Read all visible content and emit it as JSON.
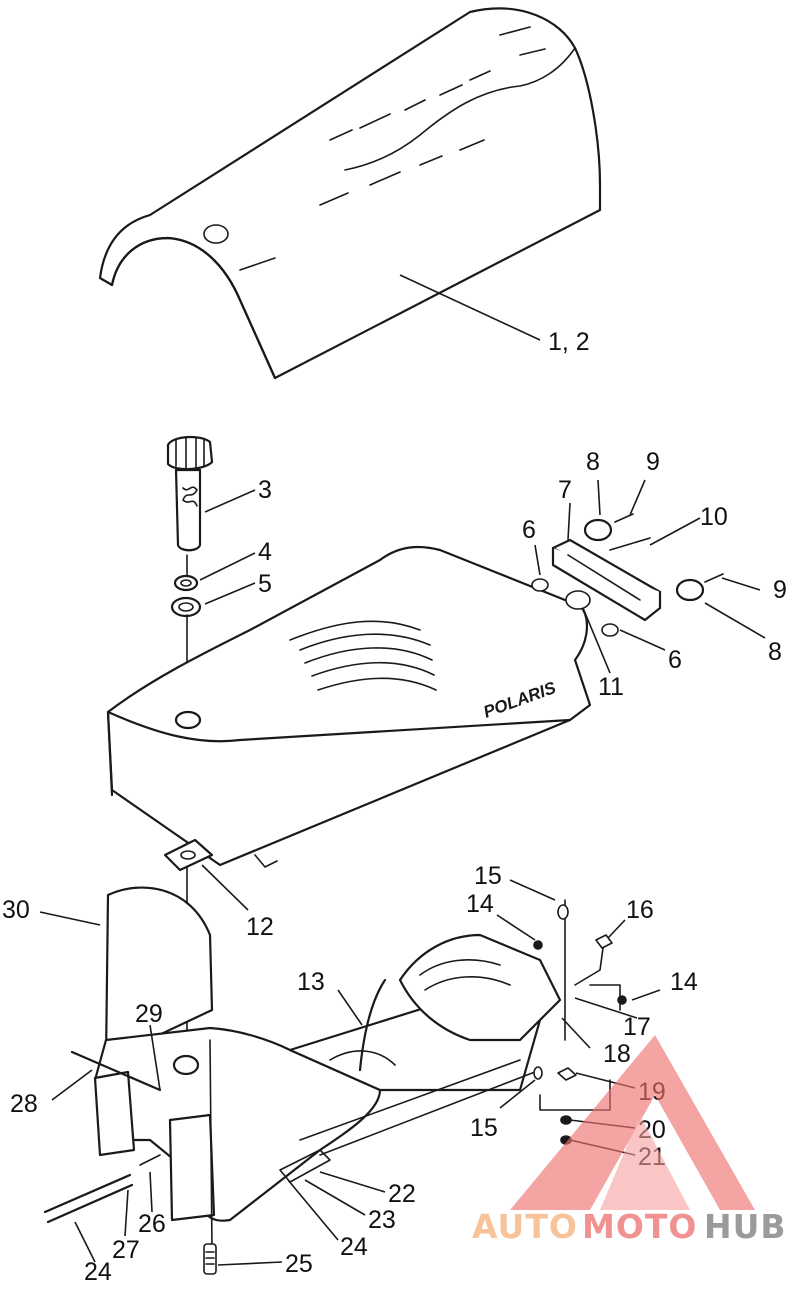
{
  "diagram": {
    "brand_on_cover": "POLARIS",
    "labels": [
      {
        "id": "lbl-1-2",
        "text": "1, 2"
      },
      {
        "id": "lbl-3",
        "text": "3"
      },
      {
        "id": "lbl-4",
        "text": "4"
      },
      {
        "id": "lbl-5",
        "text": "5"
      },
      {
        "id": "lbl-6a",
        "text": "6"
      },
      {
        "id": "lbl-6b",
        "text": "6"
      },
      {
        "id": "lbl-7",
        "text": "7"
      },
      {
        "id": "lbl-8a",
        "text": "8"
      },
      {
        "id": "lbl-8b",
        "text": "8"
      },
      {
        "id": "lbl-9a",
        "text": "9"
      },
      {
        "id": "lbl-9b",
        "text": "9"
      },
      {
        "id": "lbl-10",
        "text": "10"
      },
      {
        "id": "lbl-11",
        "text": "11"
      },
      {
        "id": "lbl-12",
        "text": "12"
      },
      {
        "id": "lbl-13",
        "text": "13"
      },
      {
        "id": "lbl-14a",
        "text": "14"
      },
      {
        "id": "lbl-14b",
        "text": "14"
      },
      {
        "id": "lbl-15a",
        "text": "15"
      },
      {
        "id": "lbl-15b",
        "text": "15"
      },
      {
        "id": "lbl-16",
        "text": "16"
      },
      {
        "id": "lbl-17",
        "text": "17"
      },
      {
        "id": "lbl-18",
        "text": "18"
      },
      {
        "id": "lbl-19",
        "text": "19"
      },
      {
        "id": "lbl-20",
        "text": "20"
      },
      {
        "id": "lbl-21",
        "text": "21"
      },
      {
        "id": "lbl-22",
        "text": "22"
      },
      {
        "id": "lbl-23",
        "text": "23"
      },
      {
        "id": "lbl-24a",
        "text": "24"
      },
      {
        "id": "lbl-24b",
        "text": "24"
      },
      {
        "id": "lbl-25",
        "text": "25"
      },
      {
        "id": "lbl-26",
        "text": "26"
      },
      {
        "id": "lbl-27",
        "text": "27"
      },
      {
        "id": "lbl-28",
        "text": "28"
      },
      {
        "id": "lbl-29",
        "text": "29"
      },
      {
        "id": "lbl-30",
        "text": "30"
      }
    ]
  },
  "watermark": {
    "part1": "AUTO",
    "part2": "MOTO",
    "part3": "HUB",
    "color_light": "#f5b98a",
    "color_mid": "#ef7f7f",
    "color_dark": "#8a8a8a",
    "triangle_color": "#f07070"
  }
}
